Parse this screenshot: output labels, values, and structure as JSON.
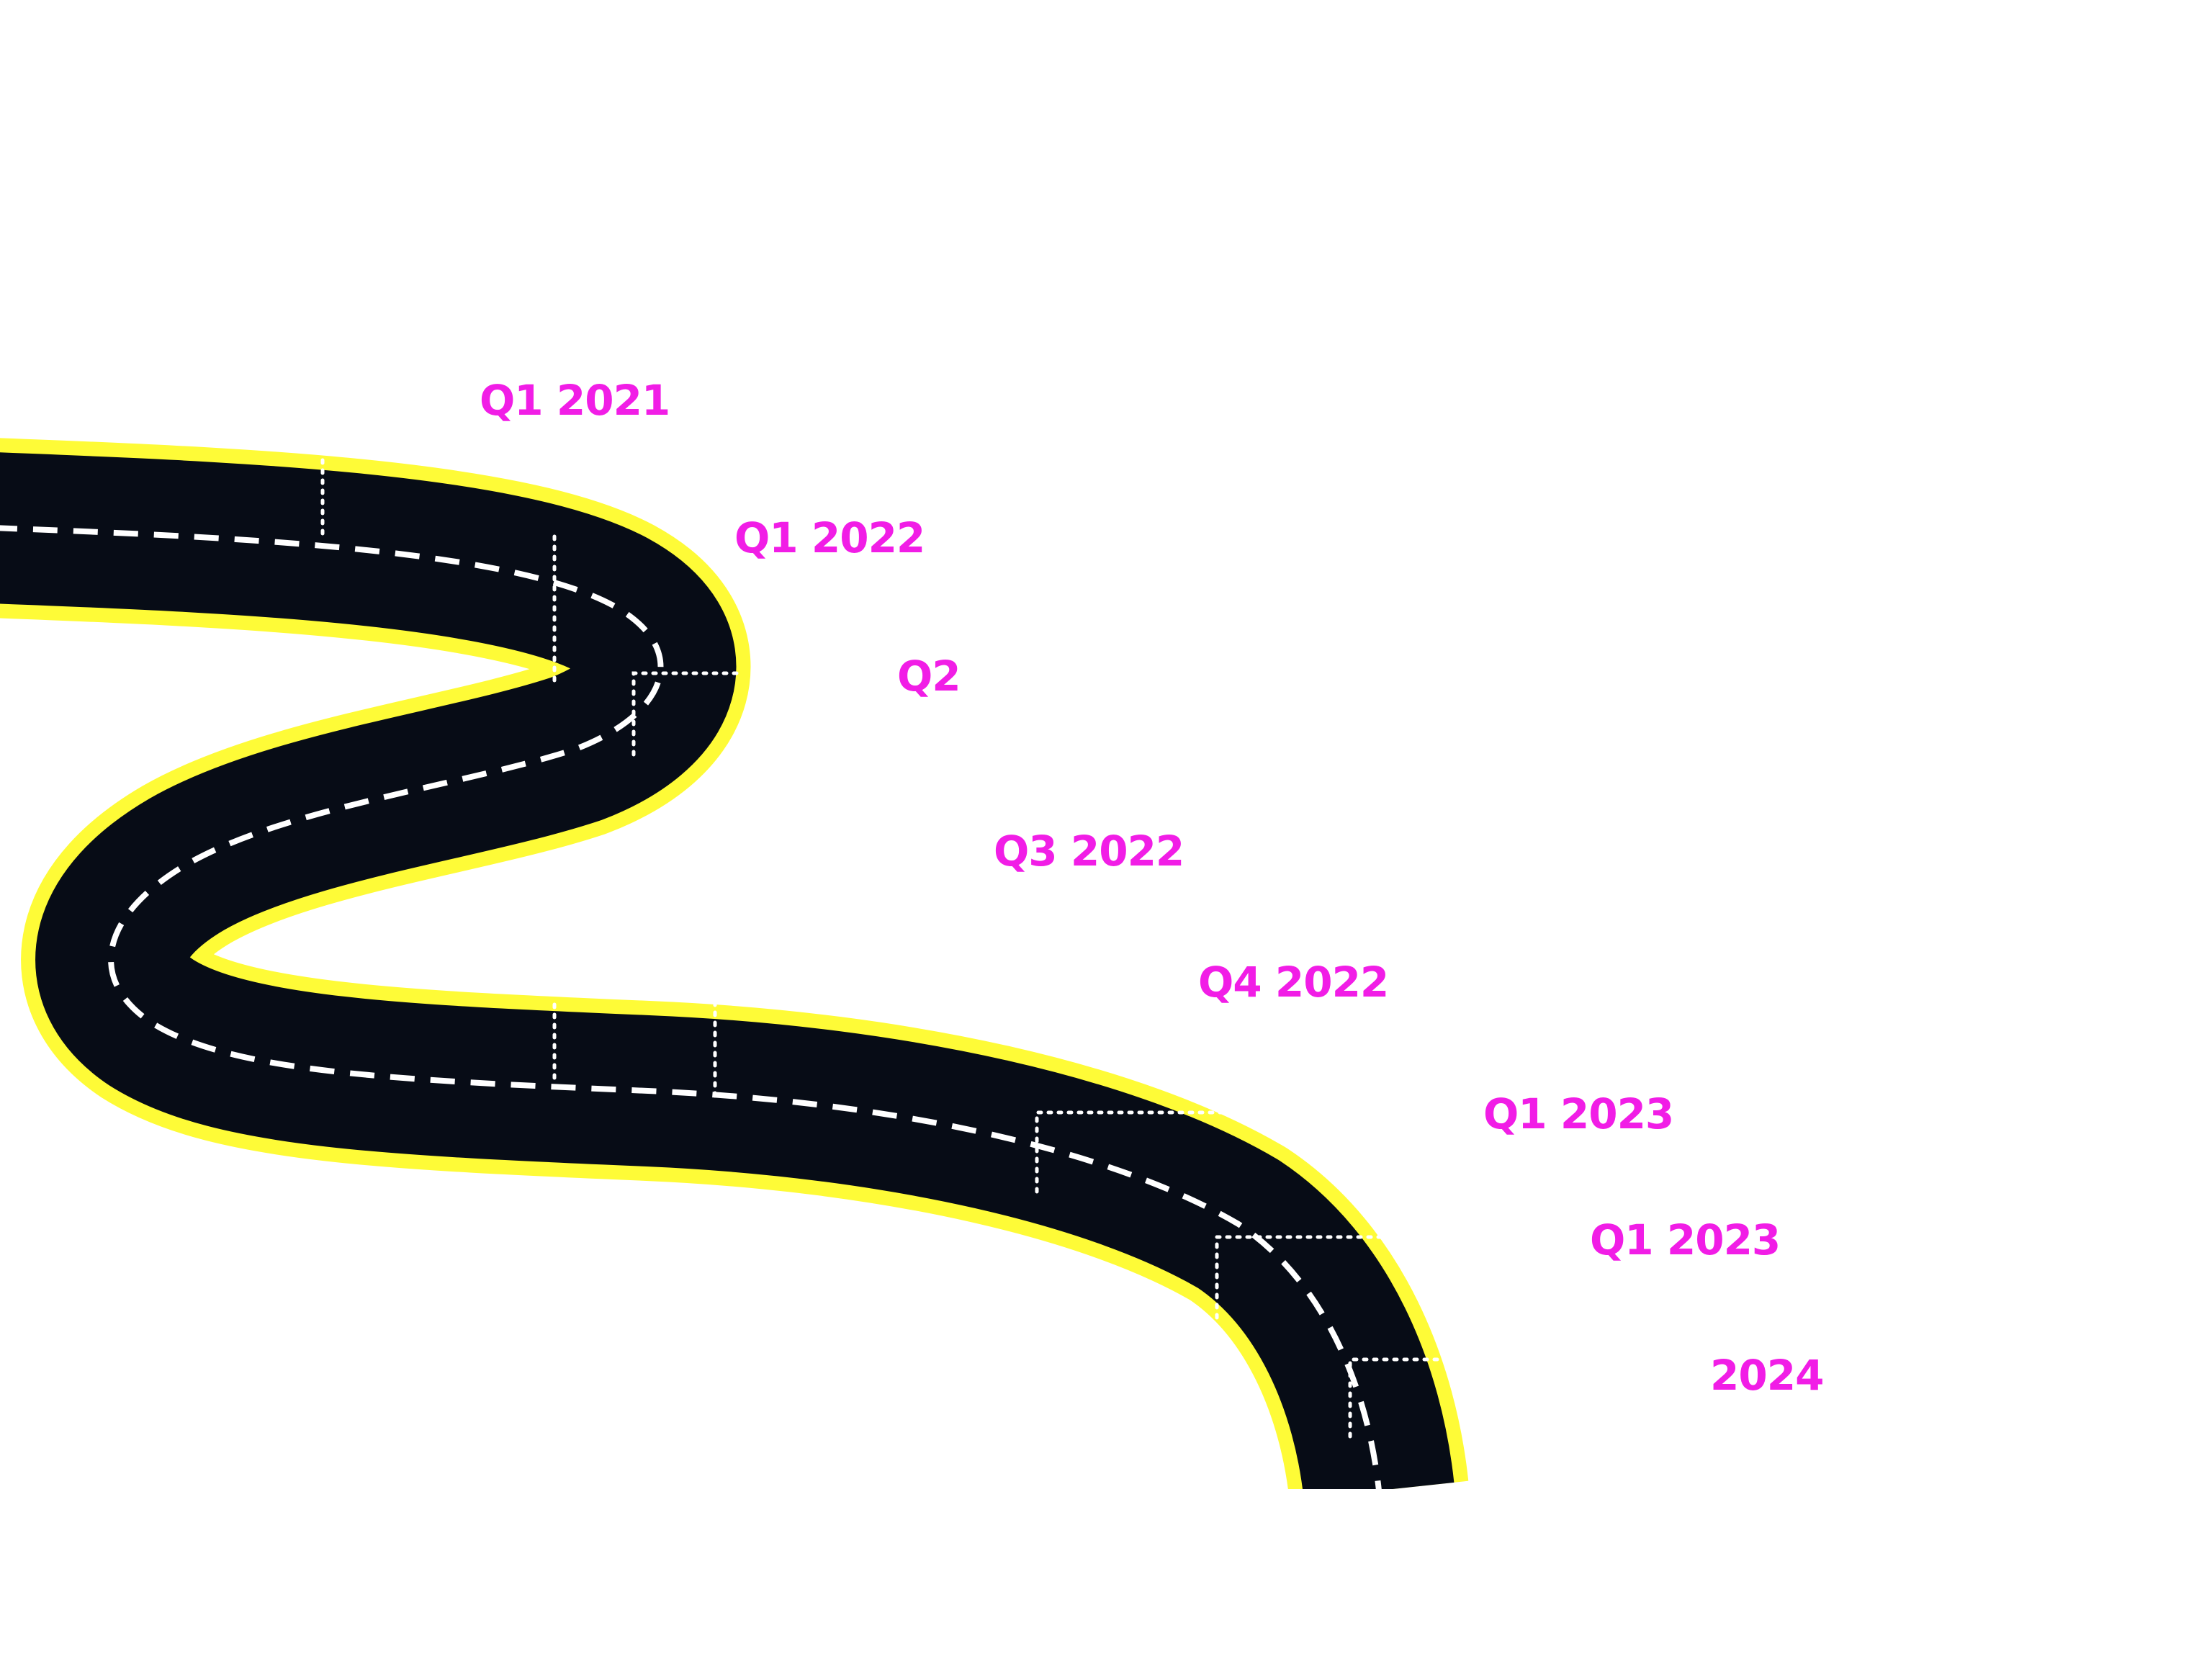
{
  "colors": {
    "road": "#070c16",
    "road_edge": "#fefb37",
    "center_line": "#ffffff",
    "marker_line": "#ffffff",
    "label": "#f11de6"
  },
  "milestones": [
    {
      "label": "Q1 2021"
    },
    {
      "label": "Q1 2022"
    },
    {
      "label": "Q2"
    },
    {
      "label": "Q3 2022"
    },
    {
      "label": "Q4 2022"
    },
    {
      "label": "Q1 2023"
    },
    {
      "label": "Q1 2023"
    },
    {
      "label": "2024"
    }
  ]
}
